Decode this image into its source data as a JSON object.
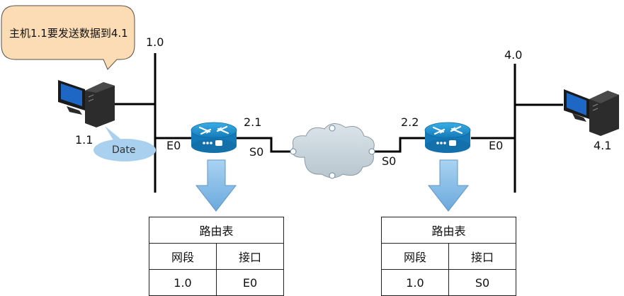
{
  "callout": {
    "text": "主机1.1要发送数据到4.1"
  },
  "packet": {
    "label": "Date"
  },
  "networks": {
    "left": "1.0",
    "right": "4.0"
  },
  "hosts": {
    "left": "1.1",
    "right": "4.1"
  },
  "router_left": {
    "wan_ip": "2.1",
    "lan_port": "E0",
    "wan_port": "S0"
  },
  "router_right": {
    "wan_ip": "2.2",
    "lan_port": "E0",
    "wan_port": "S0"
  },
  "table_left": {
    "title": "路由表",
    "col_segment": "网段",
    "col_interface": "接口",
    "row1_segment": "1.0",
    "row1_interface": "E0"
  },
  "table_right": {
    "title": "路由表",
    "col_segment": "网段",
    "col_interface": "接口",
    "row1_segment": "1.0",
    "row1_interface": "S0"
  },
  "colors": {
    "callout_fill": "#fbdcb4",
    "router_blue": "#1e8fc9",
    "arrow_blue": "#8cbde6",
    "cloud_fill": "#c9d4db",
    "packet_fill": "#a9d0ee"
  }
}
